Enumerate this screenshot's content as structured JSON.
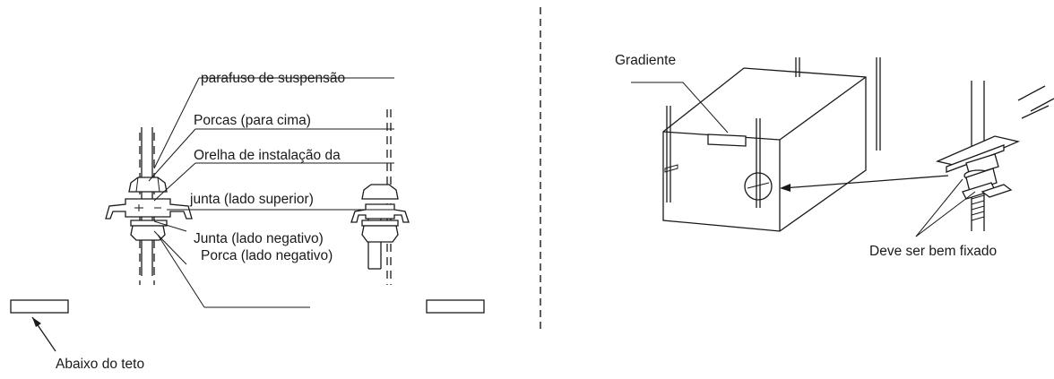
{
  "left_panel": {
    "labels": {
      "suspension_bolt": "parafuso de suspensão",
      "nuts_up": "Porcas (para cima)",
      "ear_line1": "Orelha de instalação da",
      "ear_line2": "junta (lado superior)",
      "gasket_neg": "Junta (lado negativo)",
      "nut_neg": "Porca (lado negativo)",
      "below_ceiling": "Abaixo do teto"
    }
  },
  "right_panel": {
    "labels": {
      "gradient": "Gradiente",
      "must_be_fixed": "Deve ser bem fixado"
    }
  },
  "colors": {
    "ink": "#1a1a1a",
    "background": "#ffffff"
  }
}
